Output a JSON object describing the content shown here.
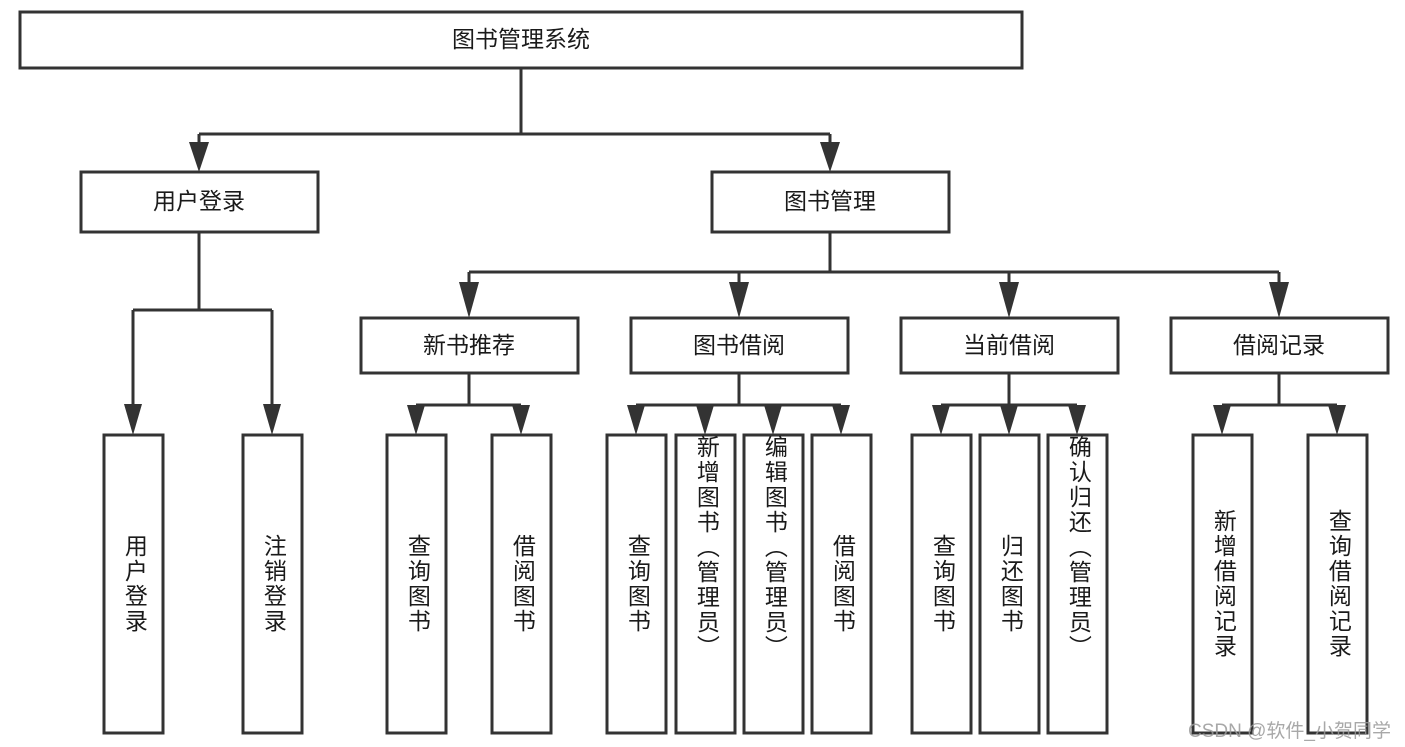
{
  "diagram": {
    "type": "tree-hierarchy",
    "title": "图书管理系统",
    "orientation": "top-down",
    "colors": {
      "box_stroke": "#333333",
      "box_fill": "#ffffff",
      "text": "#1a1a1a",
      "background": "#ffffff",
      "watermark": "#9a9a9a"
    },
    "levels": [
      {
        "level": 1,
        "nodes": [
          {
            "id": "root",
            "label": "图书管理系统",
            "orientation": "horizontal"
          }
        ]
      },
      {
        "level": 2,
        "nodes": [
          {
            "id": "login",
            "label": "用户登录",
            "orientation": "horizontal"
          },
          {
            "id": "bookmgmt",
            "label": "图书管理",
            "orientation": "horizontal"
          }
        ]
      },
      {
        "level": 3,
        "nodes": [
          {
            "id": "newbook",
            "label": "新书推荐",
            "orientation": "horizontal"
          },
          {
            "id": "borrow",
            "label": "图书借阅",
            "orientation": "horizontal"
          },
          {
            "id": "current",
            "label": "当前借阅",
            "orientation": "horizontal"
          },
          {
            "id": "record",
            "label": "借阅记录",
            "orientation": "horizontal"
          }
        ]
      },
      {
        "level": 4,
        "nodes": [
          {
            "id": "leaf1",
            "label": "用户登录",
            "orientation": "vertical",
            "parent": "login"
          },
          {
            "id": "leaf2",
            "label": "注销登录",
            "orientation": "vertical",
            "parent": "login"
          },
          {
            "id": "leaf3",
            "label": "查询图书",
            "orientation": "vertical",
            "parent": "newbook"
          },
          {
            "id": "leaf4",
            "label": "借阅图书",
            "orientation": "vertical",
            "parent": "newbook"
          },
          {
            "id": "leaf5",
            "label": "查询图书",
            "orientation": "vertical",
            "parent": "borrow"
          },
          {
            "id": "leaf6",
            "label": "新增图书（管理员）",
            "orientation": "vertical",
            "parent": "borrow"
          },
          {
            "id": "leaf7",
            "label": "编辑图书（管理员）",
            "orientation": "vertical",
            "parent": "borrow"
          },
          {
            "id": "leaf8",
            "label": "借阅图书",
            "orientation": "vertical",
            "parent": "borrow"
          },
          {
            "id": "leaf9",
            "label": "查询图书",
            "orientation": "vertical",
            "parent": "current"
          },
          {
            "id": "leaf10",
            "label": "归还图书",
            "orientation": "vertical",
            "parent": "current"
          },
          {
            "id": "leaf11",
            "label": "确认归还（管理员）",
            "orientation": "vertical",
            "parent": "current"
          },
          {
            "id": "leaf12",
            "label": "新增借阅记录",
            "orientation": "vertical",
            "parent": "record"
          },
          {
            "id": "leaf13",
            "label": "查询借阅记录",
            "orientation": "vertical",
            "parent": "record"
          }
        ]
      }
    ]
  },
  "watermark": {
    "text": "CSDN @软件_小贺同学"
  }
}
